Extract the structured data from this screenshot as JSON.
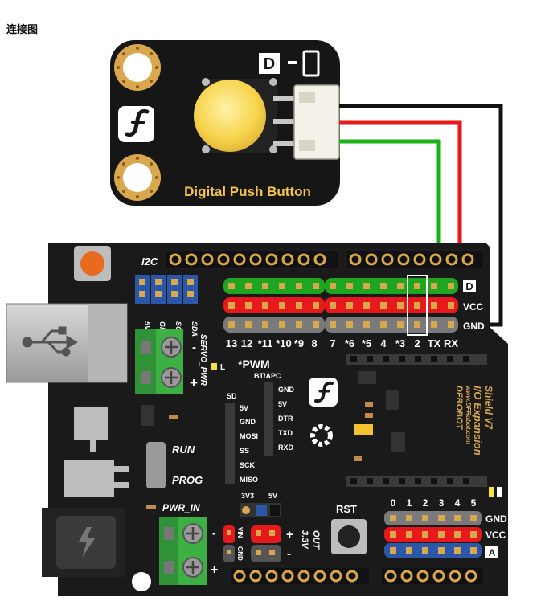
{
  "caption": "连接图",
  "module": {
    "name": "Digital Push Button",
    "pin_letter": "D"
  },
  "wires": [
    {
      "signal": "signal",
      "color": "#19b319"
    },
    {
      "signal": "power",
      "color": "#e8191b"
    },
    {
      "signal": "ground",
      "color": "#111111"
    }
  ],
  "board": {
    "brand": "DFROBOT",
    "url": "www.DFRobot.com",
    "title": "I/O Expansion",
    "version": "Shield V7",
    "i2c_label": "I2C",
    "i2c_pins": [
      "5V",
      "GND",
      "SCL",
      "SDA"
    ],
    "servo_label": "SERVO_PWR",
    "pwm_label": "*PWM",
    "bt_label": "BT/APC",
    "sd_label": "SD",
    "sd_pins": [
      "5V",
      "GND",
      "MOSI",
      "SS",
      "SCK",
      "MISO"
    ],
    "bt_pins": [
      "GND",
      "5V",
      "DTR",
      "TXD",
      "RXD"
    ],
    "run_label": "RUN",
    "prog_label": "PROG",
    "pwr_in_label": "PWR_IN",
    "rst_label": "RST",
    "v33_label": "3.3V",
    "out_label": "OUT",
    "sel_3v3": "3V3",
    "sel_5v": "5V",
    "vin_label": "VIN",
    "gnd_small": "GND",
    "l_label": "L",
    "digital_pins": [
      "13",
      "12",
      "*11",
      "*10",
      "*9",
      "8",
      "7",
      "*6",
      "*5",
      "4",
      "*3",
      "2",
      "TX",
      "RX"
    ],
    "digital_rows": [
      "D",
      "VCC",
      "GND"
    ],
    "analog_pins": [
      "0",
      "1",
      "2",
      "3",
      "4",
      "5"
    ],
    "analog_rows": [
      "GND",
      "VCC",
      "A"
    ],
    "plus": "+",
    "minus": "-"
  },
  "colors": {
    "green": "#1fa51f",
    "red": "#e8191b",
    "blue": "#2a57a8",
    "gray": "#7a7a7a",
    "gold": "#d9a84e",
    "board": "#1a1a1a",
    "terminal": "#3cb043",
    "yellow_button": "#f7d44c",
    "orange_button": "#e86a1e"
  }
}
